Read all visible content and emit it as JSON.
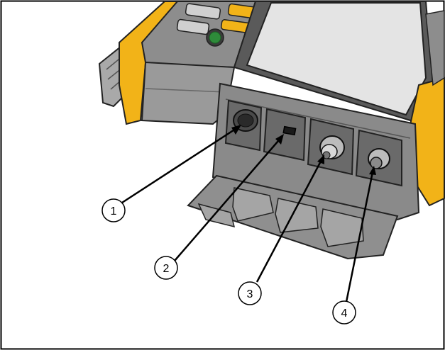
{
  "figure": {
    "frame_color": "#000000",
    "colors": {
      "housing_yellow": "#f2b318",
      "housing_dark": "#7a7a7a",
      "housing_mid": "#9a9a9a",
      "housing_light": "#c8c8c8",
      "screen": "#e4e4e4",
      "power_button": "#2e8b3a",
      "cover": "#8f8f8f"
    },
    "callouts": [
      {
        "label": "1"
      },
      {
        "label": "2"
      },
      {
        "label": "3"
      },
      {
        "label": "4"
      }
    ]
  }
}
